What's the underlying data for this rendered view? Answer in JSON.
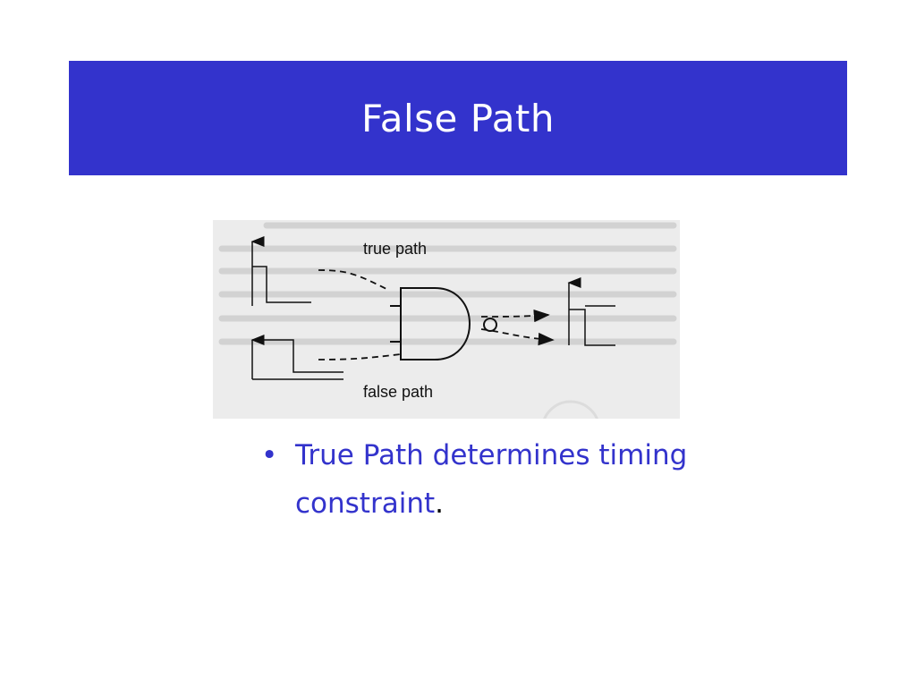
{
  "slide": {
    "title": "False Path",
    "bullets": [
      {
        "marker": "•",
        "text": "True Path determines timing constraint",
        "suffix": "."
      }
    ]
  },
  "figure": {
    "labels": {
      "top": "true path",
      "bottom": "false path"
    }
  },
  "colors": {
    "title_bar": "#3333cc",
    "title_text": "#ffffff",
    "bullet_text": "#3333cc",
    "figure_background": "#ececec"
  }
}
